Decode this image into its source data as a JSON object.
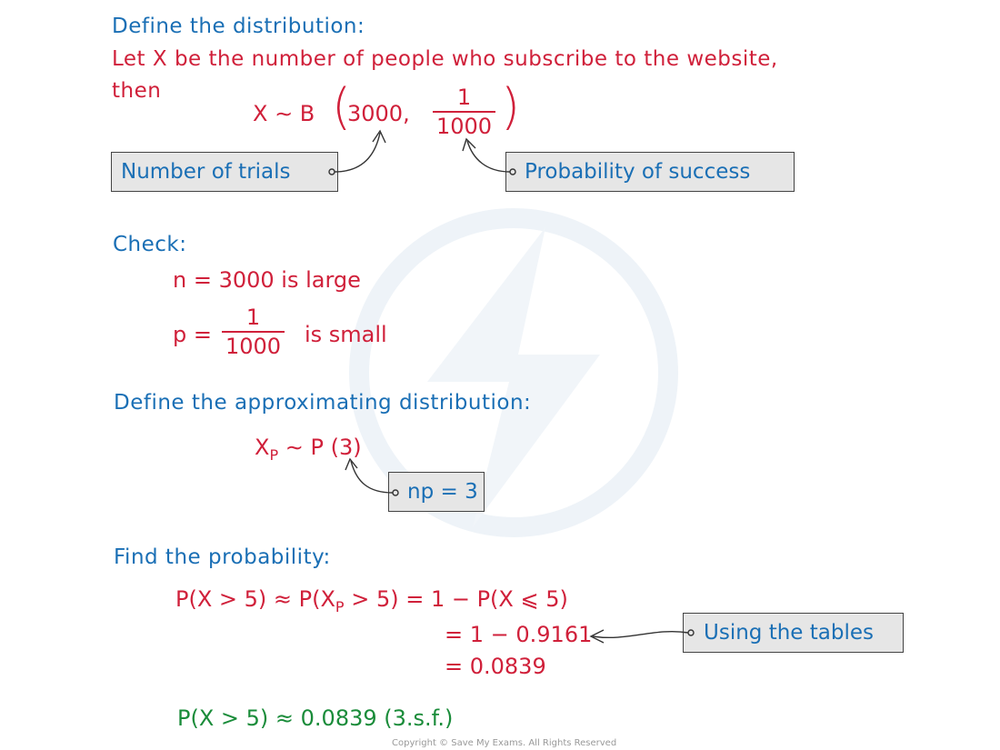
{
  "step1": {
    "heading": "Define the distribution:",
    "line1": "Let X be the number of people who subscribe to the website,",
    "line2": "then",
    "eq_prefix": "X ∼ B",
    "n_value": "3000,",
    "p_num": "1",
    "p_den": "1000",
    "tag_trials": "Number of trials",
    "tag_probability": "Probability of success"
  },
  "check": {
    "heading": "Check:",
    "line_n": "n = 3000 is large",
    "p_prefix": "p =",
    "p_num": "1",
    "p_den": "1000",
    "p_suffix": "is small"
  },
  "approx": {
    "heading": "Define the approximating distribution:",
    "eq_x": "X",
    "eq_sub": "P",
    "eq_rest": " ∼ P (3)",
    "tag_np": "np = 3"
  },
  "prob": {
    "heading": "Find the probability:",
    "line1_a": "P(X > 5)  ≈  P(X",
    "line1_sub": "P",
    "line1_b": " > 5) = 1 − P(X ⩽ 5)",
    "line2": "= 1 − 0.9161",
    "line3": "= 0.0839",
    "tag_tables": "Using the tables",
    "answer": "P(X > 5) ≈ 0.0839 (3.s.f.)"
  },
  "footer": {
    "copyright": "Copyright © Save My Exams. All Rights Reserved"
  },
  "colors": {
    "heading": "#1a6fb5",
    "working": "#d0203a",
    "answer": "#1a8c3a",
    "tag_fill": "#e6e6e6"
  }
}
